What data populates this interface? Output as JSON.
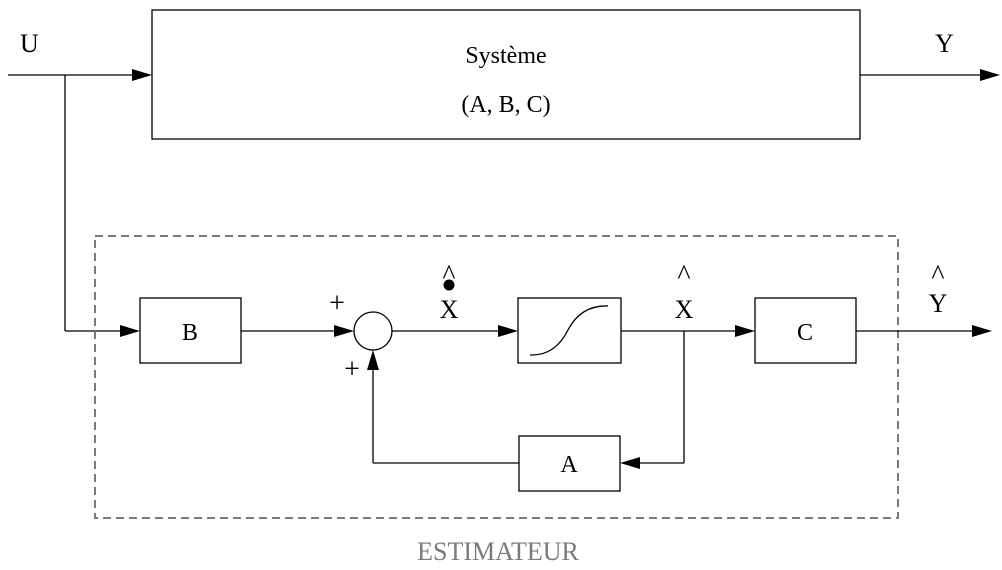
{
  "system": {
    "title": "Système",
    "params": "(A, B, C)"
  },
  "signals": {
    "input": "U",
    "output": "Y",
    "x_dot": "X",
    "x_hat": "X",
    "y_hat": "Y"
  },
  "hat_symbol": "^",
  "summing": {
    "plus_top": "+",
    "plus_bottom": "+"
  },
  "blocks": {
    "b": "B",
    "a": "A",
    "c": "C"
  },
  "estimator": {
    "label": "ESTIMATEUR"
  }
}
